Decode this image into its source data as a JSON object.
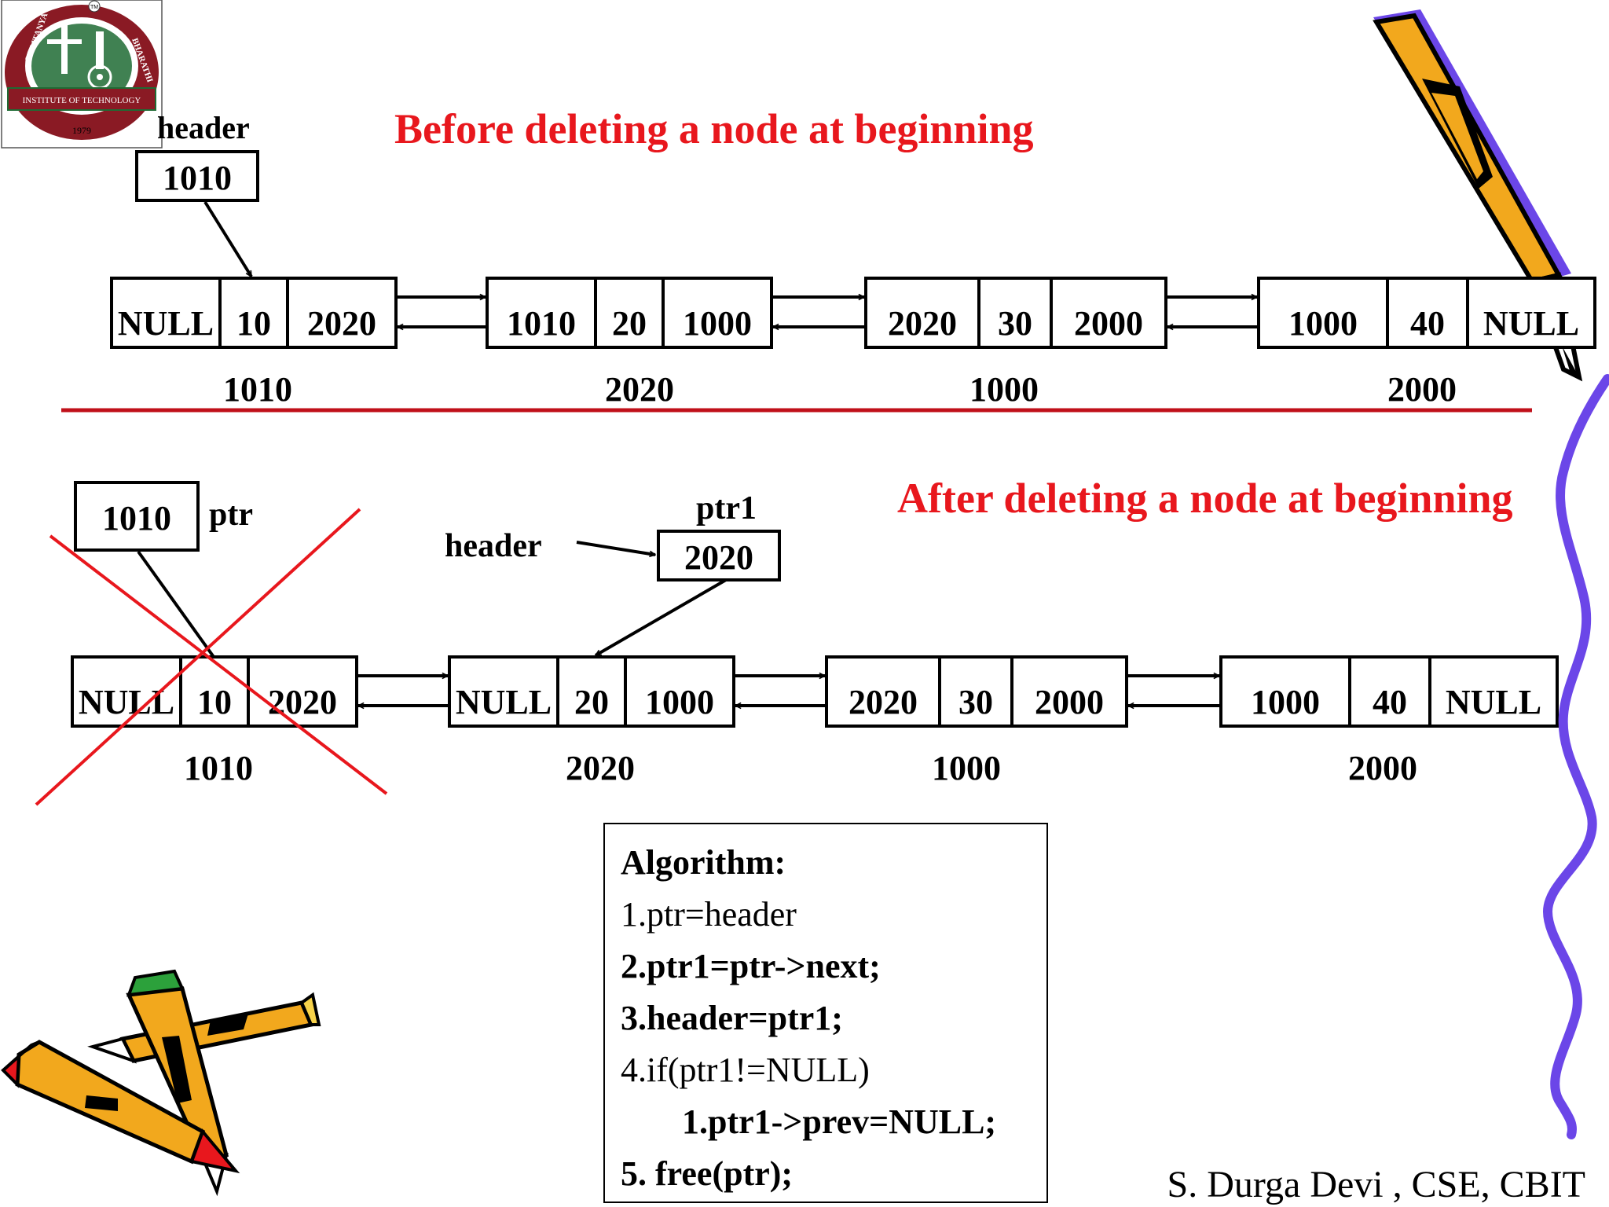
{
  "logo": {
    "name": "CHAITANYA BHARATHI",
    "subtitle": "INSTITUTE OF TECHNOLOGY",
    "year": "1979",
    "trademark": "TM"
  },
  "before": {
    "title": "Before deleting a node at beginning",
    "header_label": "header",
    "header_value": "1010",
    "nodes": [
      {
        "prev": "NULL",
        "data": "10",
        "next": "2020",
        "address": "1010"
      },
      {
        "prev": "1010",
        "data": "20",
        "next": "1000",
        "address": "2020"
      },
      {
        "prev": "2020",
        "data": "30",
        "next": "2000",
        "address": "1000"
      },
      {
        "prev": "1000",
        "data": "40",
        "next": "NULL",
        "address": "2000"
      }
    ]
  },
  "after": {
    "title": "After deleting a node at beginning",
    "ptr_label": "ptr",
    "ptr_value": "1010",
    "header_label": "header",
    "ptr1_label": "ptr1",
    "ptr1_value": "2020",
    "nodes": [
      {
        "prev": "NULL",
        "data": "10",
        "next": "2020",
        "address": "1010"
      },
      {
        "prev": "NULL",
        "data": "20",
        "next": "1000",
        "address": "2020"
      },
      {
        "prev": "2020",
        "data": "30",
        "next": "2000",
        "address": "1000"
      },
      {
        "prev": "1000",
        "data": "40",
        "next": "NULL",
        "address": "2000"
      }
    ]
  },
  "algorithm": {
    "heading": "Algorithm:",
    "steps": [
      {
        "text": "1.ptr=header",
        "bold": false,
        "indent": false
      },
      {
        "text": "2.ptr1=ptr->next;",
        "bold": true,
        "indent": false
      },
      {
        "text": "3.header=ptr1;",
        "bold": true,
        "indent": false
      },
      {
        "text": "4.if(ptr1!=NULL)",
        "bold": false,
        "indent": false
      },
      {
        "text": "1.ptr1->prev=NULL;",
        "bold": true,
        "indent": true
      },
      {
        "text": "5. free(ptr);",
        "bold": true,
        "indent": false
      }
    ]
  },
  "footer": "S. Durga Devi , CSE, CBIT",
  "colors": {
    "title": "#e8171d",
    "divider": "#c0101a",
    "cross": "#e8171d",
    "pencil_body": "#f2a81d",
    "pencil_shadow": "#6b46e8",
    "squiggle": "#6b46e8",
    "logo_maroon": "#8a1a24",
    "logo_green": "#1f6b34"
  }
}
